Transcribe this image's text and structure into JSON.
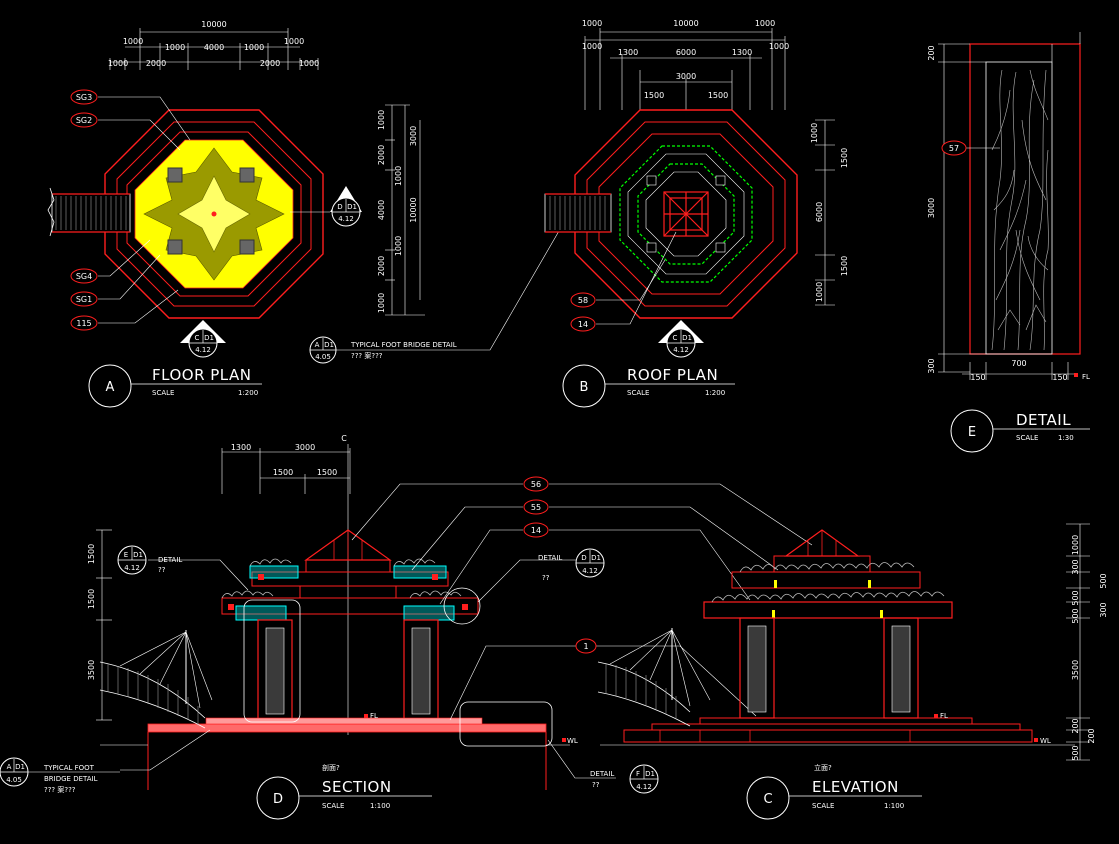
{
  "colors": {
    "background": "#000000",
    "red": "#ff1e1e",
    "white": "#ffffff",
    "yellow": "#ffff00",
    "green": "#00ff00",
    "cyan": "#00ffff",
    "gray": "#9a9a9a"
  },
  "views": {
    "a": {
      "letter": "A",
      "title": "FLOOR PLAN",
      "scale_label": "SCALE",
      "scale": "1:200"
    },
    "b": {
      "letter": "B",
      "title": "ROOF PLAN",
      "scale_label": "SCALE",
      "scale": "1:200"
    },
    "c": {
      "letter": "C",
      "title": "ELEVATION",
      "scale_label": "SCALE",
      "scale": "1:100",
      "caption": "立面?"
    },
    "d": {
      "letter": "D",
      "title": "SECTION",
      "scale_label": "SCALE",
      "scale": "1:100",
      "caption": "剖面?"
    },
    "e": {
      "letter": "E",
      "title": "DETAIL",
      "scale_label": "SCALE",
      "scale": "1:30"
    }
  },
  "floor_plan": {
    "top_dims": [
      "10000",
      "1000",
      "1000",
      "4000",
      "1000",
      "1000",
      "1000",
      "2000",
      "2000",
      "1000"
    ],
    "right_dims": [
      "1000",
      "2000",
      "1000",
      "4000",
      "1000",
      "2000",
      "1000",
      "3000",
      "10000"
    ],
    "tags": [
      "SG3",
      "SG2",
      "SG4",
      "SG1",
      "115"
    ],
    "callout_d": {
      "letter": "D",
      "sheet": "D1",
      "page": "4.12"
    },
    "callout_c": {
      "letter": "C",
      "sheet": "D1",
      "page": "4.12"
    },
    "bridge_callout": {
      "letter": "A",
      "sheet": "D1",
      "page": "4.05",
      "text1": "TYPICAL FOOT BRIDGE DETAIL",
      "text2": "??? 案???"
    }
  },
  "roof_plan": {
    "top_dims": [
      "1000",
      "10000",
      "1000",
      "1000",
      "1300",
      "6000",
      "1300",
      "1000",
      "3000",
      "1500",
      "1500"
    ],
    "right_dims": [
      "1000",
      "1500",
      "6000",
      "1500",
      "1000"
    ],
    "tags": [
      "58",
      "14"
    ],
    "callout_c": {
      "letter": "C",
      "sheet": "D1",
      "page": "4.12"
    }
  },
  "detail_e": {
    "left_dims": [
      "200",
      "3000",
      "300"
    ],
    "bottom_dims": [
      "150",
      "700",
      "150"
    ],
    "tag": "57",
    "fl": "FL"
  },
  "section": {
    "top_dims": [
      "1300",
      "3000",
      "1500",
      "1500"
    ],
    "left_dims": [
      "1500",
      "1500",
      "3500"
    ],
    "center_mark": "C",
    "tags": [
      "56",
      "55",
      "14",
      "1"
    ],
    "detail_e": {
      "letter": "E",
      "sheet": "D1",
      "page": "4.12",
      "label": "DETAIL",
      "note": "??"
    },
    "detail_d": {
      "letter": "D",
      "sheet": "D1",
      "page": "4.12",
      "label": "DETAIL",
      "note": "??"
    },
    "detail_f": {
      "letter": "F",
      "sheet": "D1",
      "page": "4.12",
      "label": "DETAIL",
      "note": "??"
    },
    "bridge": {
      "letter": "A",
      "sheet": "D1",
      "page": "4.05",
      "text1": "TYPICAL FOOT",
      "text2": "BRIDGE DETAIL",
      "text3": "??? 案???"
    },
    "fl": "FL",
    "wl": "WL"
  },
  "elevation": {
    "right_dims": [
      "1000",
      "300",
      "500",
      "500",
      "300",
      "500",
      "3500",
      "200",
      "200",
      "500"
    ],
    "fl": "FL",
    "wl": "WL"
  }
}
